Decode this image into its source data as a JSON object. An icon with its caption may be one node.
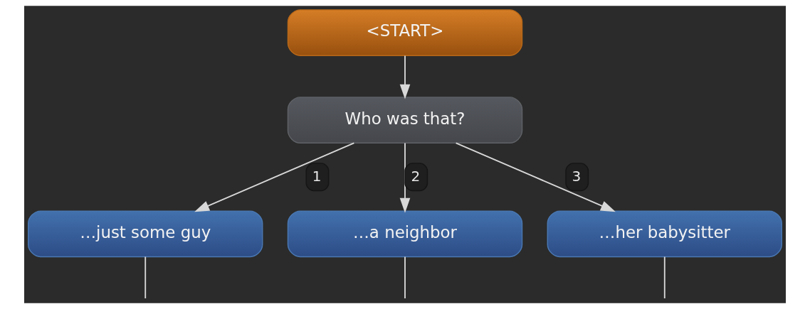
{
  "diagram": {
    "nodes": [
      {
        "text": [
          "<START>"
        ]
      },
      {
        "text": [
          "Who was that?"
        ]
      },
      {
        "text": [
          "…just some guy"
        ]
      },
      {
        "text": [
          "…a neighbor"
        ]
      },
      {
        "text": [
          "…her babysitter"
        ]
      }
    ],
    "edges": [
      {
        "from": 0,
        "to": 1,
        "arrow": "to"
      },
      {
        "from": 1,
        "to": 2,
        "arrow": "to",
        "label": "1"
      },
      {
        "from": 1,
        "to": 3,
        "arrow": "to",
        "label": "2"
      },
      {
        "from": 1,
        "to": 4,
        "arrow": "to",
        "label": "3"
      },
      {
        "from": 2,
        "to": null,
        "arrow": "none"
      },
      {
        "from": 3,
        "to": null,
        "arrow": "none"
      },
      {
        "from": 4,
        "to": null,
        "arrow": "none"
      }
    ]
  }
}
